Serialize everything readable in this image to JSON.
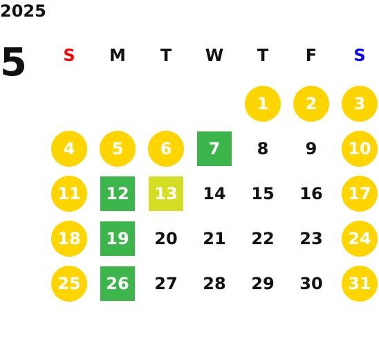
{
  "calendar": {
    "year": "2025",
    "month": "5",
    "weekdays": [
      "S",
      "M",
      "T",
      "W",
      "T",
      "F",
      "S"
    ],
    "weekday_colors": [
      "#ff0000",
      "#111111",
      "#111111",
      "#111111",
      "#111111",
      "#111111",
      "#0000ff"
    ],
    "colors": {
      "holiday_circle": "#ffd500",
      "green_square": "#3cb54a",
      "lime_square": "#d6de23",
      "default_text": "#111111",
      "highlight_text": "#ffffff"
    },
    "weeks": [
      [
        {
          "day": "",
          "style": "blank"
        },
        {
          "day": "",
          "style": "blank"
        },
        {
          "day": "",
          "style": "blank"
        },
        {
          "day": "",
          "style": "blank"
        },
        {
          "day": "1",
          "style": "circle-yellow"
        },
        {
          "day": "2",
          "style": "circle-yellow"
        },
        {
          "day": "3",
          "style": "circle-yellow"
        }
      ],
      [
        {
          "day": "4",
          "style": "circle-yellow"
        },
        {
          "day": "5",
          "style": "circle-yellow"
        },
        {
          "day": "6",
          "style": "circle-yellow"
        },
        {
          "day": "7",
          "style": "square-green"
        },
        {
          "day": "8",
          "style": "plain"
        },
        {
          "day": "9",
          "style": "plain"
        },
        {
          "day": "10",
          "style": "circle-yellow"
        }
      ],
      [
        {
          "day": "11",
          "style": "circle-yellow"
        },
        {
          "day": "12",
          "style": "square-green"
        },
        {
          "day": "13",
          "style": "square-lime"
        },
        {
          "day": "14",
          "style": "plain"
        },
        {
          "day": "15",
          "style": "plain"
        },
        {
          "day": "16",
          "style": "plain"
        },
        {
          "day": "17",
          "style": "circle-yellow"
        }
      ],
      [
        {
          "day": "18",
          "style": "circle-yellow"
        },
        {
          "day": "19",
          "style": "square-green"
        },
        {
          "day": "20",
          "style": "plain"
        },
        {
          "day": "21",
          "style": "plain"
        },
        {
          "day": "22",
          "style": "plain"
        },
        {
          "day": "23",
          "style": "plain"
        },
        {
          "day": "24",
          "style": "circle-yellow"
        }
      ],
      [
        {
          "day": "25",
          "style": "circle-yellow"
        },
        {
          "day": "26",
          "style": "square-green"
        },
        {
          "day": "27",
          "style": "plain"
        },
        {
          "day": "28",
          "style": "plain"
        },
        {
          "day": "29",
          "style": "plain"
        },
        {
          "day": "30",
          "style": "plain"
        },
        {
          "day": "31",
          "style": "circle-yellow"
        }
      ]
    ]
  }
}
